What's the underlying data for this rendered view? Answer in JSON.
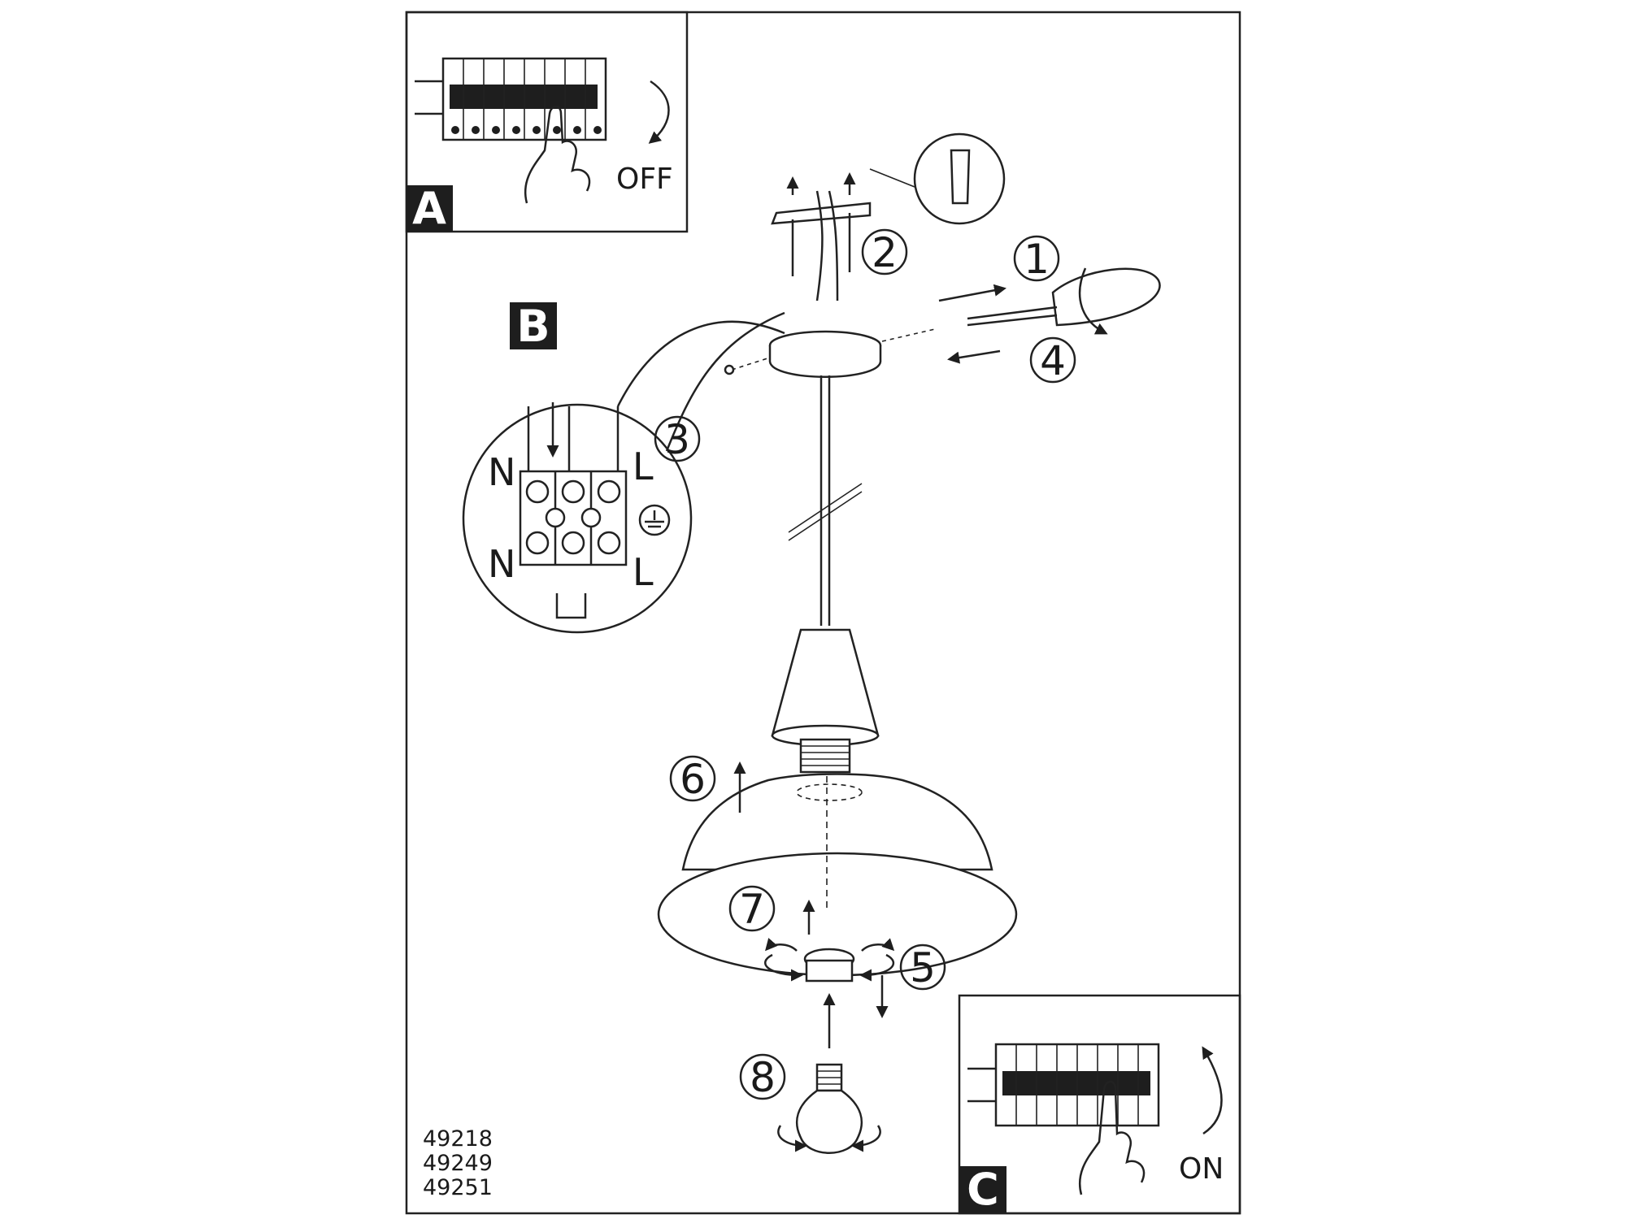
{
  "panels": {
    "a": {
      "tag": "A",
      "switch_label": "OFF"
    },
    "b": {
      "tag": "B"
    },
    "c": {
      "tag": "C",
      "switch_label": "ON"
    }
  },
  "steps": [
    "1",
    "2",
    "3",
    "4",
    "5",
    "6",
    "7",
    "8"
  ],
  "terminal_labels": {
    "top_left": "N",
    "top_right": "L",
    "bottom_left": "N",
    "bottom_right": "L"
  },
  "model_numbers": [
    "49218",
    "49249",
    "49251"
  ],
  "colors": {
    "line": "#222222",
    "tag_bg": "#1e1e1e",
    "paper": "#ffffff"
  },
  "icons": [
    "circuit-breaker-icon",
    "hand-icon",
    "screwdriver-icon",
    "ground-symbol-icon",
    "wall-plug-icon",
    "light-bulb-icon"
  ]
}
